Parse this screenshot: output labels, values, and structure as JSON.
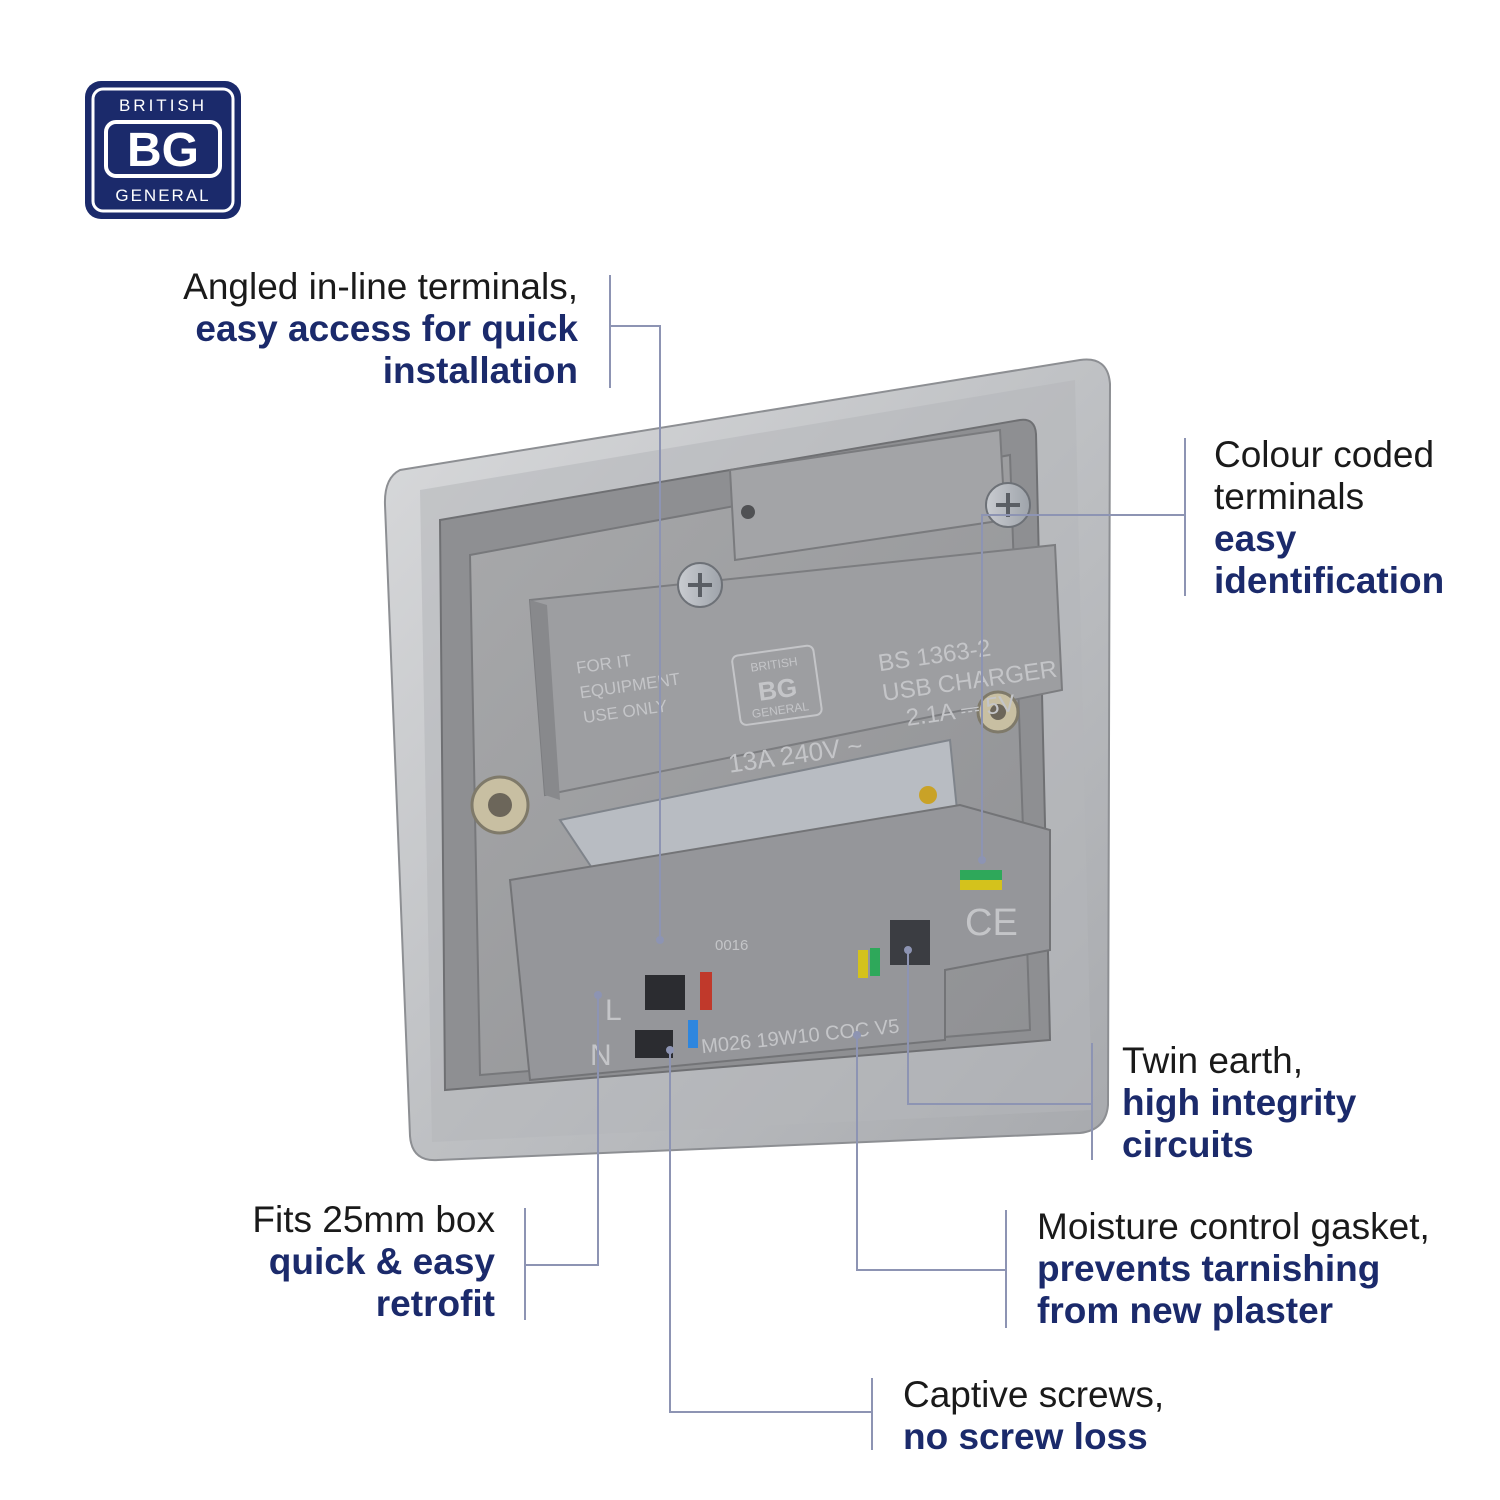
{
  "brand": {
    "top": "BRITISH",
    "mark": "BG",
    "bottom": "GENERAL",
    "color": "#1b2a6b"
  },
  "callouts": {
    "angled": {
      "line1": "Angled in-line terminals,",
      "line2": "easy access for quick",
      "line3": "installation"
    },
    "colour": {
      "line1": "Colour coded",
      "line2": "terminals",
      "line3": "easy",
      "line4": "identification"
    },
    "twin": {
      "line1": "Twin earth,",
      "line2": "high integrity",
      "line3": "circuits"
    },
    "fits": {
      "line1": "Fits 25mm box",
      "line2": "quick & easy",
      "line3": "retrofit"
    },
    "moisture": {
      "line1": "Moisture control gasket,",
      "line2": "prevents tarnishing",
      "line3": "from new plaster"
    },
    "captive": {
      "line1": "Captive screws,",
      "line2": "no screw loss"
    }
  },
  "product_markings": {
    "it": [
      "FOR IT",
      "EQUIPMENT",
      "USE ONLY"
    ],
    "rating": "13A 240V ~",
    "standard": "BS 1363-2",
    "usb": "USB CHARGER",
    "usb_rating": "2.1A ⎓ 5V",
    "ce": "CE",
    "code": "0016",
    "batch": "M026 19W10 COC V5",
    "live": "L",
    "neutral": "N",
    "logo_top": "BRITISH",
    "logo_mark": "BG",
    "logo_bottom": "GENERAL"
  }
}
